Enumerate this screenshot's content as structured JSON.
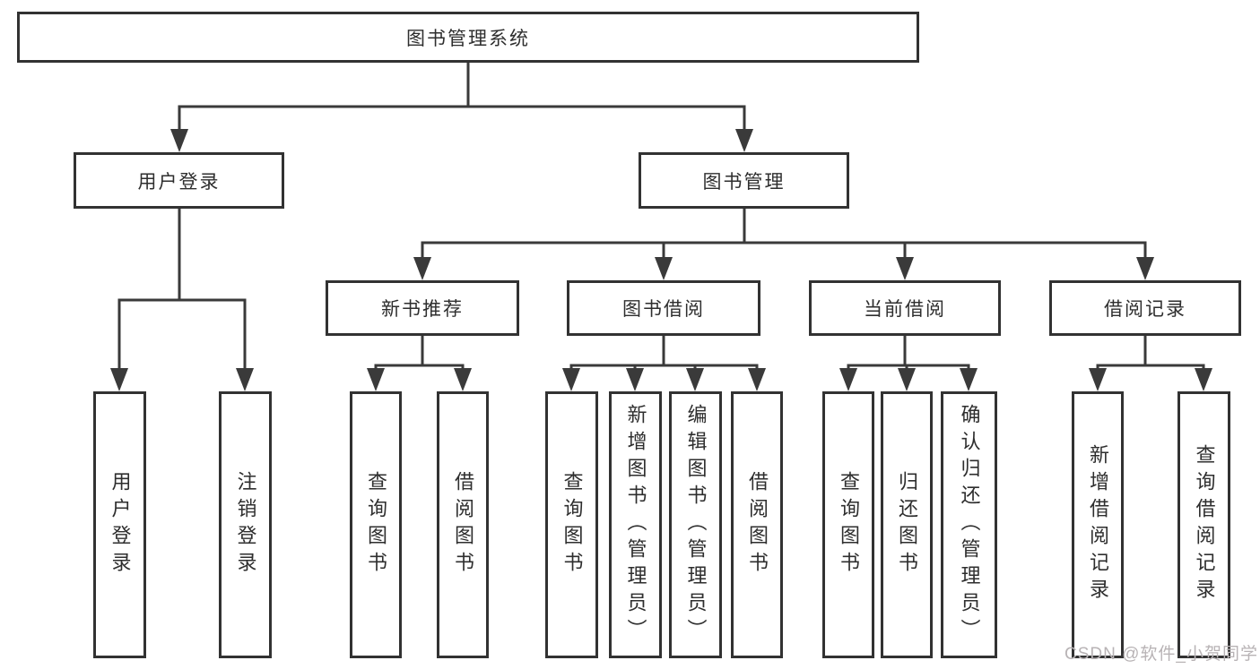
{
  "diagram_title": "图书管理系统",
  "tree": {
    "root": {
      "label": "图书管理系统"
    },
    "branches": [
      {
        "label": "用户登录",
        "children": [
          {
            "label": "用户登录"
          },
          {
            "label": "注销登录"
          }
        ]
      },
      {
        "label": "图书管理",
        "children": [
          {
            "label": "新书推荐",
            "children": [
              {
                "label": "查询图书"
              },
              {
                "label": "借阅图书"
              }
            ]
          },
          {
            "label": "图书借阅",
            "children": [
              {
                "label": "查询图书"
              },
              {
                "label": "新增图书（管理员）"
              },
              {
                "label": "编辑图书（管理员）"
              },
              {
                "label": "借阅图书"
              }
            ]
          },
          {
            "label": "当前借阅",
            "children": [
              {
                "label": "查询图书"
              },
              {
                "label": "归还图书"
              },
              {
                "label": "确认归还（管理员）"
              }
            ]
          },
          {
            "label": "借阅记录",
            "children": [
              {
                "label": "新增借阅记录"
              },
              {
                "label": "查询借阅记录"
              }
            ]
          }
        ]
      }
    ]
  },
  "watermark": {
    "text": "CSDN @软件_小贺同学"
  },
  "colors": {
    "line": "#3a3a3a",
    "border": "#323232",
    "text": "#2e2e2e",
    "background": "#ffffff",
    "watermark": "#b8b3b5"
  }
}
